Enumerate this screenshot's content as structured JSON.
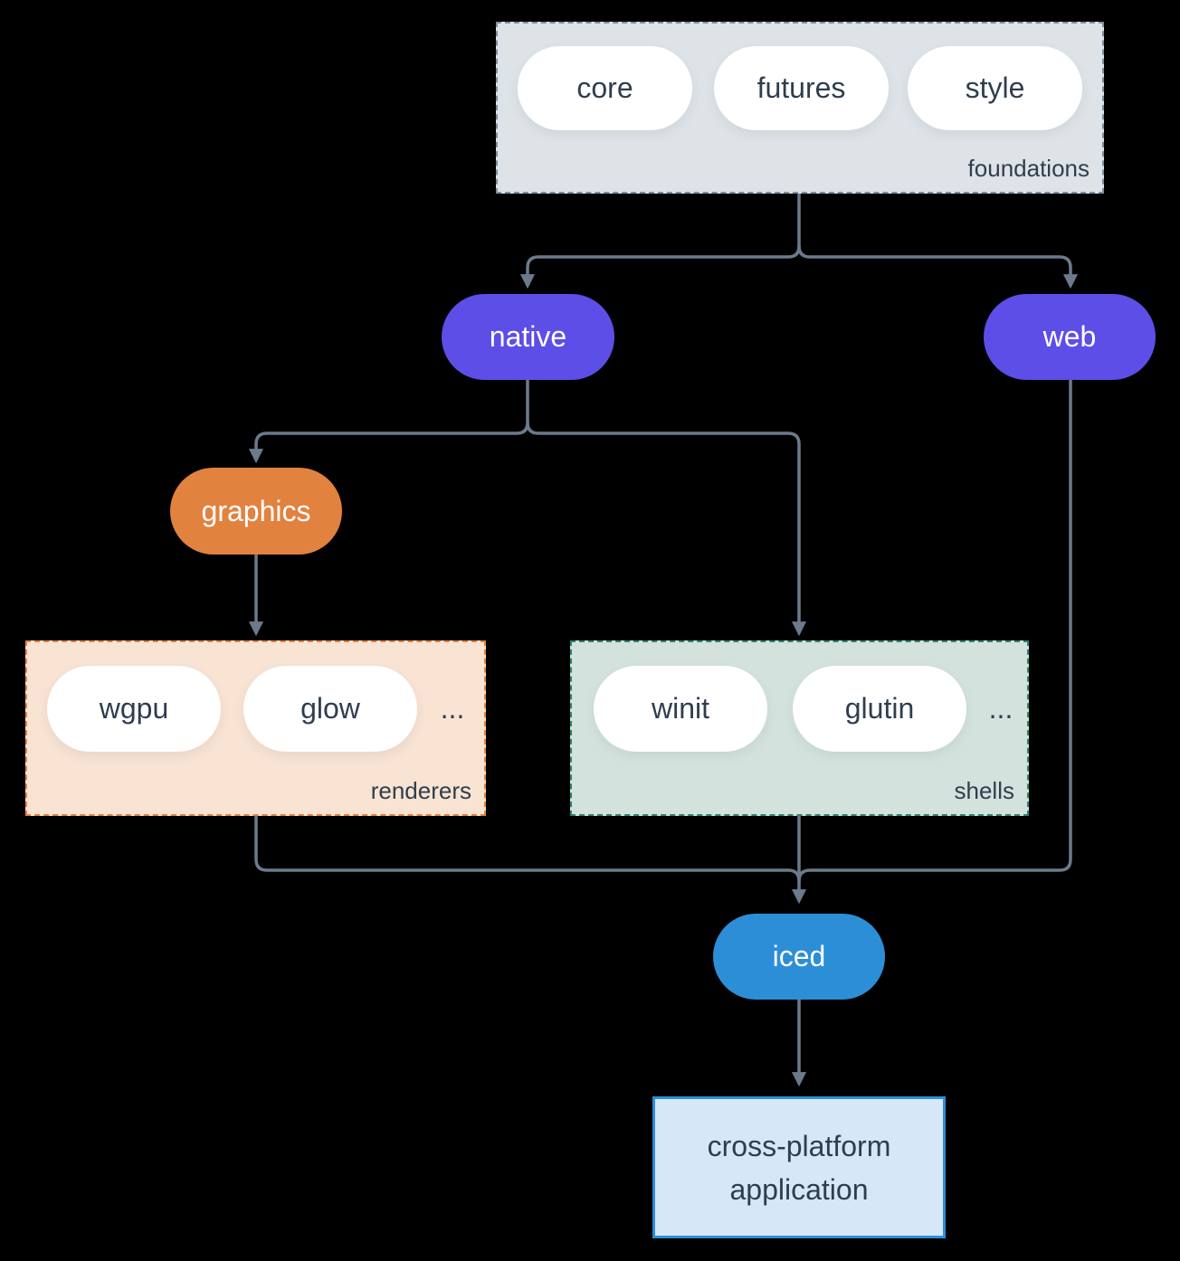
{
  "colors": {
    "background": "#000000",
    "arrow": "#6b7a8c",
    "node_purple": "#5d4ee8",
    "node_orange": "#e2823f",
    "node_blue": "#2d8ed8",
    "pill_bg": "#ffffff",
    "text_dark": "#2f3e4e",
    "foundations_bg": "#dee3e7",
    "foundations_border": "#7e8e9d",
    "renderers_bg": "#f9e3d3",
    "renderers_border": "#e2823f",
    "shells_bg": "#d3e2dc",
    "shells_border": "#2f8274",
    "app_bg": "#d6e7f7",
    "app_border": "#2d8ed8"
  },
  "foundations": {
    "label": "foundations",
    "pills": [
      "core",
      "futures",
      "style"
    ]
  },
  "native": {
    "label": "native"
  },
  "web": {
    "label": "web"
  },
  "graphics": {
    "label": "graphics"
  },
  "renderers": {
    "label": "renderers",
    "pills": [
      "wgpu",
      "glow"
    ],
    "ellipsis": "..."
  },
  "shells": {
    "label": "shells",
    "pills": [
      "winit",
      "glutin"
    ],
    "ellipsis": "..."
  },
  "iced": {
    "label": "iced"
  },
  "application": {
    "lines": [
      "cross-platform",
      "application"
    ]
  }
}
